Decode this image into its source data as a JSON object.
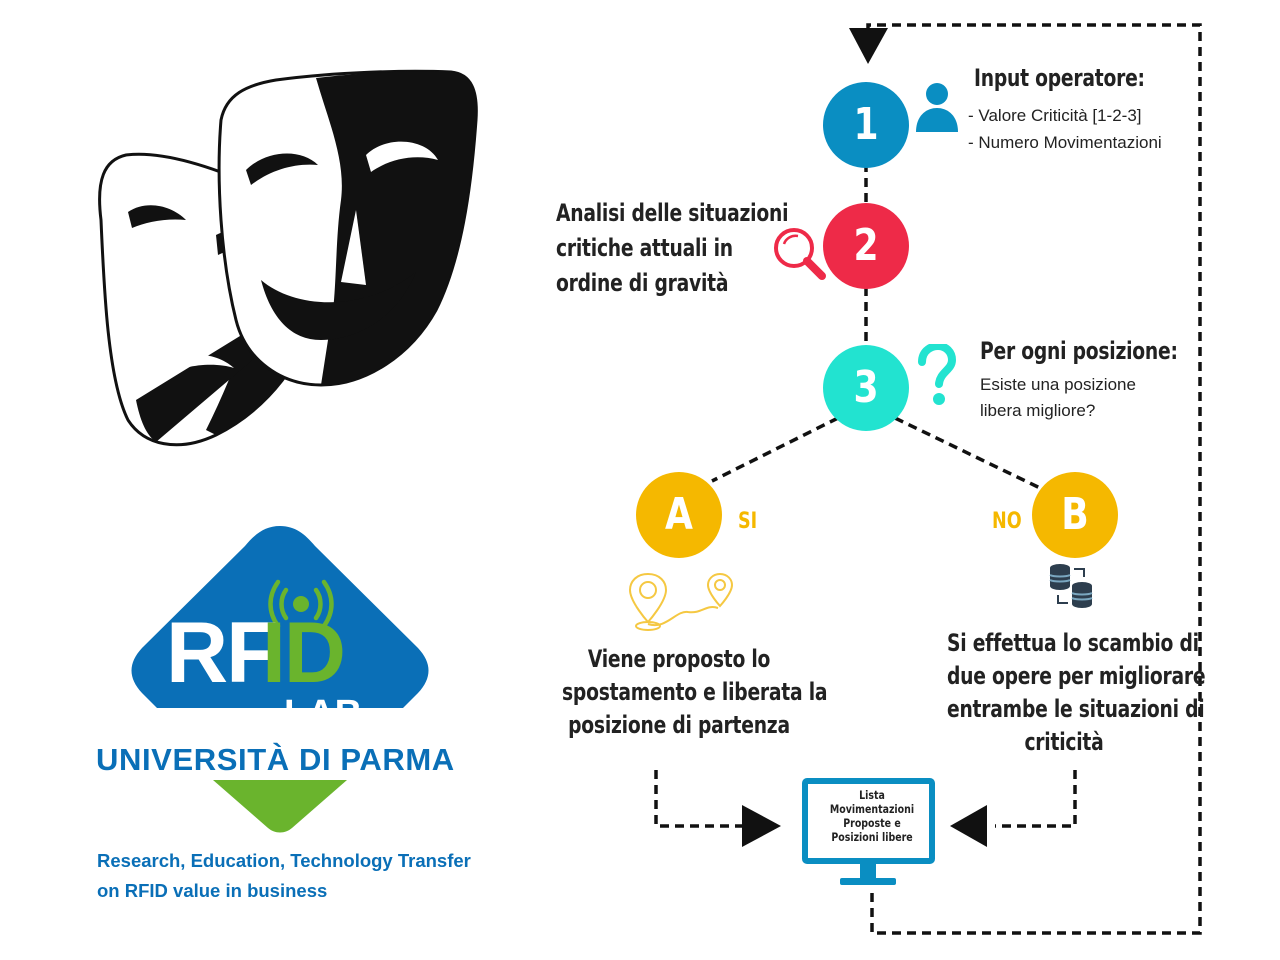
{
  "steps": [
    {
      "number": "1",
      "color": "#0a8ec2"
    },
    {
      "number": "2",
      "color": "#ee2a48"
    },
    {
      "number": "3",
      "color": "#22e3d0"
    }
  ],
  "branches": [
    {
      "letter": "A",
      "label": "SI",
      "color": "#f5b800"
    },
    {
      "letter": "B",
      "label": "NO",
      "color": "#f5b800"
    }
  ],
  "step1": {
    "title": "Input operatore:",
    "lines": [
      "- Valore Criticità [1-2-3]",
      "- Numero Movimentazioni"
    ],
    "icon": "user-icon"
  },
  "step2": {
    "lines": [
      "Analisi delle situazioni",
      "critiche attuali in",
      "ordine di gravità"
    ],
    "icon": "magnifier-icon"
  },
  "step3": {
    "title": "Per ogni posizione:",
    "lines": [
      "Esiste una posizione",
      "libera migliore?"
    ],
    "icon": "question-icon"
  },
  "branchA": {
    "lines": [
      "Viene proposto lo",
      "spostamento e liberata la",
      "posizione di partenza"
    ],
    "icon": "route-pins-icon"
  },
  "branchB": {
    "lines": [
      "Si effettua lo scambio di",
      "due opere per migliorare",
      "entrambe le situazioni di",
      "criticità"
    ],
    "icon": "database-swap-icon"
  },
  "output": {
    "lines": [
      "Lista",
      "Movimentazioni",
      "Proposte e",
      "Posizioni libere"
    ],
    "icon": "monitor-icon"
  },
  "logo": {
    "rf": "RF",
    "id": "ID",
    "lab": "LAB",
    "university": "UNIVERSITÀ DI PARMA",
    "tagline": [
      "Research, Education, Technology Transfer",
      "on RFID value in business"
    ],
    "colors": {
      "blue": "#0a6fb7",
      "green": "#6ab42d"
    }
  },
  "masks": {
    "icon": "theater-masks-icon"
  }
}
